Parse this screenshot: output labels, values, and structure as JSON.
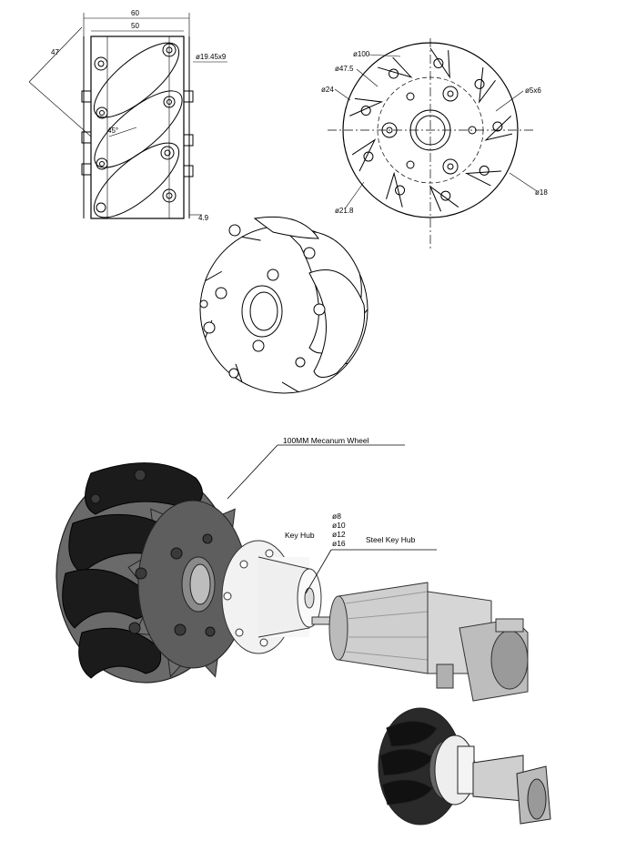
{
  "side_view": {
    "dim_60": "60",
    "dim_50": "50",
    "dim_47": "47",
    "dim_45deg": "45°",
    "dim_roller": "ø19.45x9",
    "dim_4_9": "4.9"
  },
  "front_view": {
    "dim_100": "ø100",
    "dim_47_5": "ø47.5",
    "dim_24": "ø24",
    "dim_5x6": "ø5x6",
    "dim_18": "ø18",
    "dim_21_8": "ø21.8"
  },
  "assembly": {
    "wheel_label": "100MM Mecanum Wheel",
    "key_hub_label": "Key Hub",
    "steel_key_hub_label": "Steel Key Hub",
    "bore_sizes": [
      "ø8",
      "ø10",
      "ø12",
      "ø16"
    ]
  },
  "colors": {
    "roller": "#1b1b1b",
    "plate": "#5e5e5e",
    "hub": "#f2f2f2",
    "motor": "#cfcfcf"
  }
}
